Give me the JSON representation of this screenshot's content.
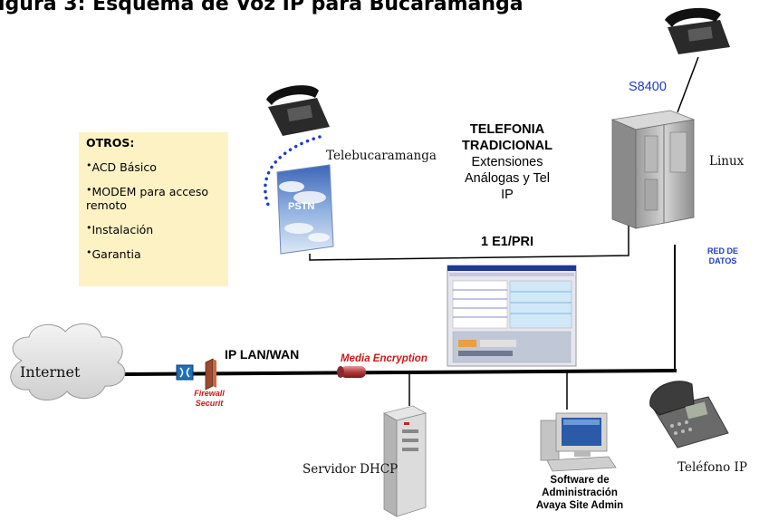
{
  "title": "igura 3: Esquema de Voz IP para Bucaramanga",
  "otros": {
    "heading": "OTROS:",
    "items": [
      "ACD Básico",
      "MODEM para acceso remoto",
      "Instalación",
      "Garantia"
    ]
  },
  "nodes": {
    "pstn": "PSTN",
    "telebucaramanga": "Telebucaramanga",
    "s8400": "S8400",
    "linux": "Linux",
    "internet": "Internet",
    "firewall_line1": "Firewall",
    "firewall_line2": "Securit",
    "media_encryption": "Media Encryption",
    "servidor_dhcp": "Servidor DHCP",
    "telefono_ip": "Teléfono IP"
  },
  "telefonia": {
    "line1": "TELEFONIA",
    "line2": "TRADICIONAL",
    "line3": "Extensiones",
    "line4": "Análogas y Tel",
    "line5": "IP"
  },
  "links": {
    "e1": "1 E1/PRI",
    "ip_lan_wan": "IP LAN/WAN",
    "red_line1": "RED DE",
    "red_line2": "DATOS"
  },
  "software": {
    "line1": "Software de",
    "line2": "Administración",
    "line3": "Avaya Site Admin"
  },
  "colors": {
    "accent_blue": "#1e3cc8",
    "accent_red": "#cc1a1a",
    "otros_bg": "#fdf2c4"
  }
}
